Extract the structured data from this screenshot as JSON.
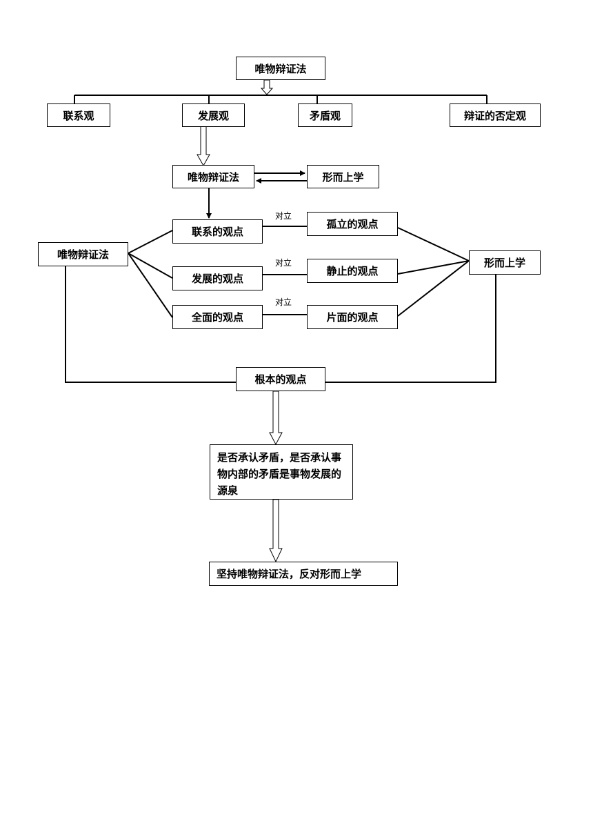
{
  "nodes": {
    "top": "唯物辩证法",
    "lianxi_guan": "联系观",
    "fazhan_guan": "发展观",
    "maodun_guan": "矛盾观",
    "fouding_guan": "辩证的否定观",
    "mid_dialectics": "唯物辩证法",
    "mid_metaphysics": "形而上学",
    "left_dialectics": "唯物辩证法",
    "lianxi_view": "联系的观点",
    "fazhan_view": "发展的观点",
    "quanmian_view": "全面的观点",
    "guli_view": "孤立的观点",
    "jingzhi_view": "静止的观点",
    "pianmian_view": "片面的观点",
    "right_metaphysics": "形而上学",
    "fundamental": "根本的观点",
    "contradiction": "是否承认矛盾，是否承认事物内部的矛盾是事物发展的源泉",
    "conclusion": "坚持唯物辩证法，反对形而上学"
  },
  "labels": {
    "opposite_1": "对立",
    "opposite_2": "对立",
    "opposite_3": "对立"
  }
}
